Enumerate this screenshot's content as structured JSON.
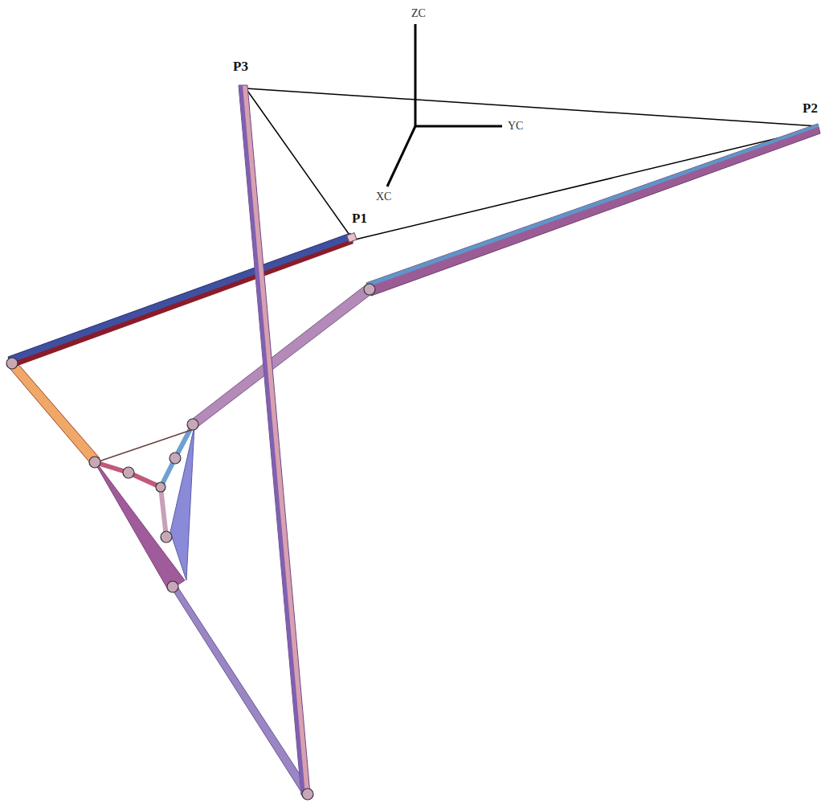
{
  "diagram": {
    "labels": [
      "P3",
      "P2",
      "P1",
      "ZC",
      "YC",
      "XC"
    ]
  }
}
